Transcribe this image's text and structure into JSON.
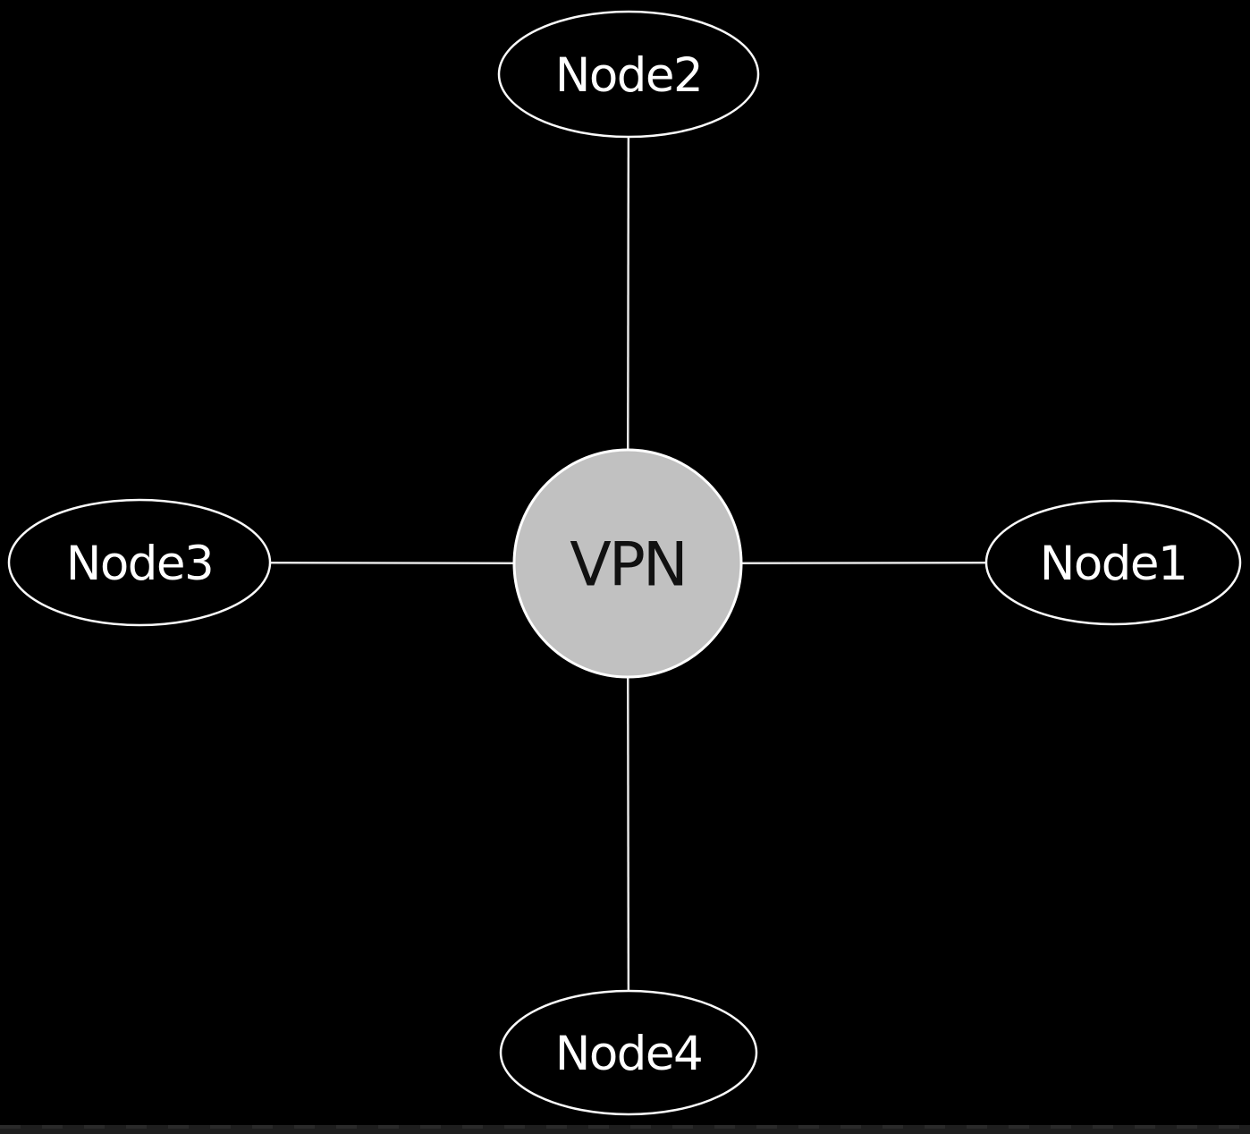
{
  "colors": {
    "background": "#000000",
    "edge-line": "#e6e6e6",
    "node-fill": "#000000",
    "node-border": "#fafafa",
    "node-text": "#ffffff",
    "center-fill": "#c1c1c1",
    "center-border": "#ffffff",
    "center-text": "#111111",
    "bottom-bar": "#1e1e1e",
    "bottom-bar-dash": "#2a2a2a"
  },
  "graph": {
    "type": "star-topology",
    "center": {
      "id": "vpn",
      "label": "VPN"
    },
    "nodes": [
      {
        "id": "node1",
        "label": "Node1",
        "position": "right"
      },
      {
        "id": "node2",
        "label": "Node2",
        "position": "top"
      },
      {
        "id": "node3",
        "label": "Node3",
        "position": "left"
      },
      {
        "id": "node4",
        "label": "Node4",
        "position": "bottom"
      }
    ],
    "edges": [
      {
        "from": "VPN",
        "to": "Node1"
      },
      {
        "from": "VPN",
        "to": "Node2"
      },
      {
        "from": "VPN",
        "to": "Node3"
      },
      {
        "from": "VPN",
        "to": "Node4"
      }
    ]
  }
}
